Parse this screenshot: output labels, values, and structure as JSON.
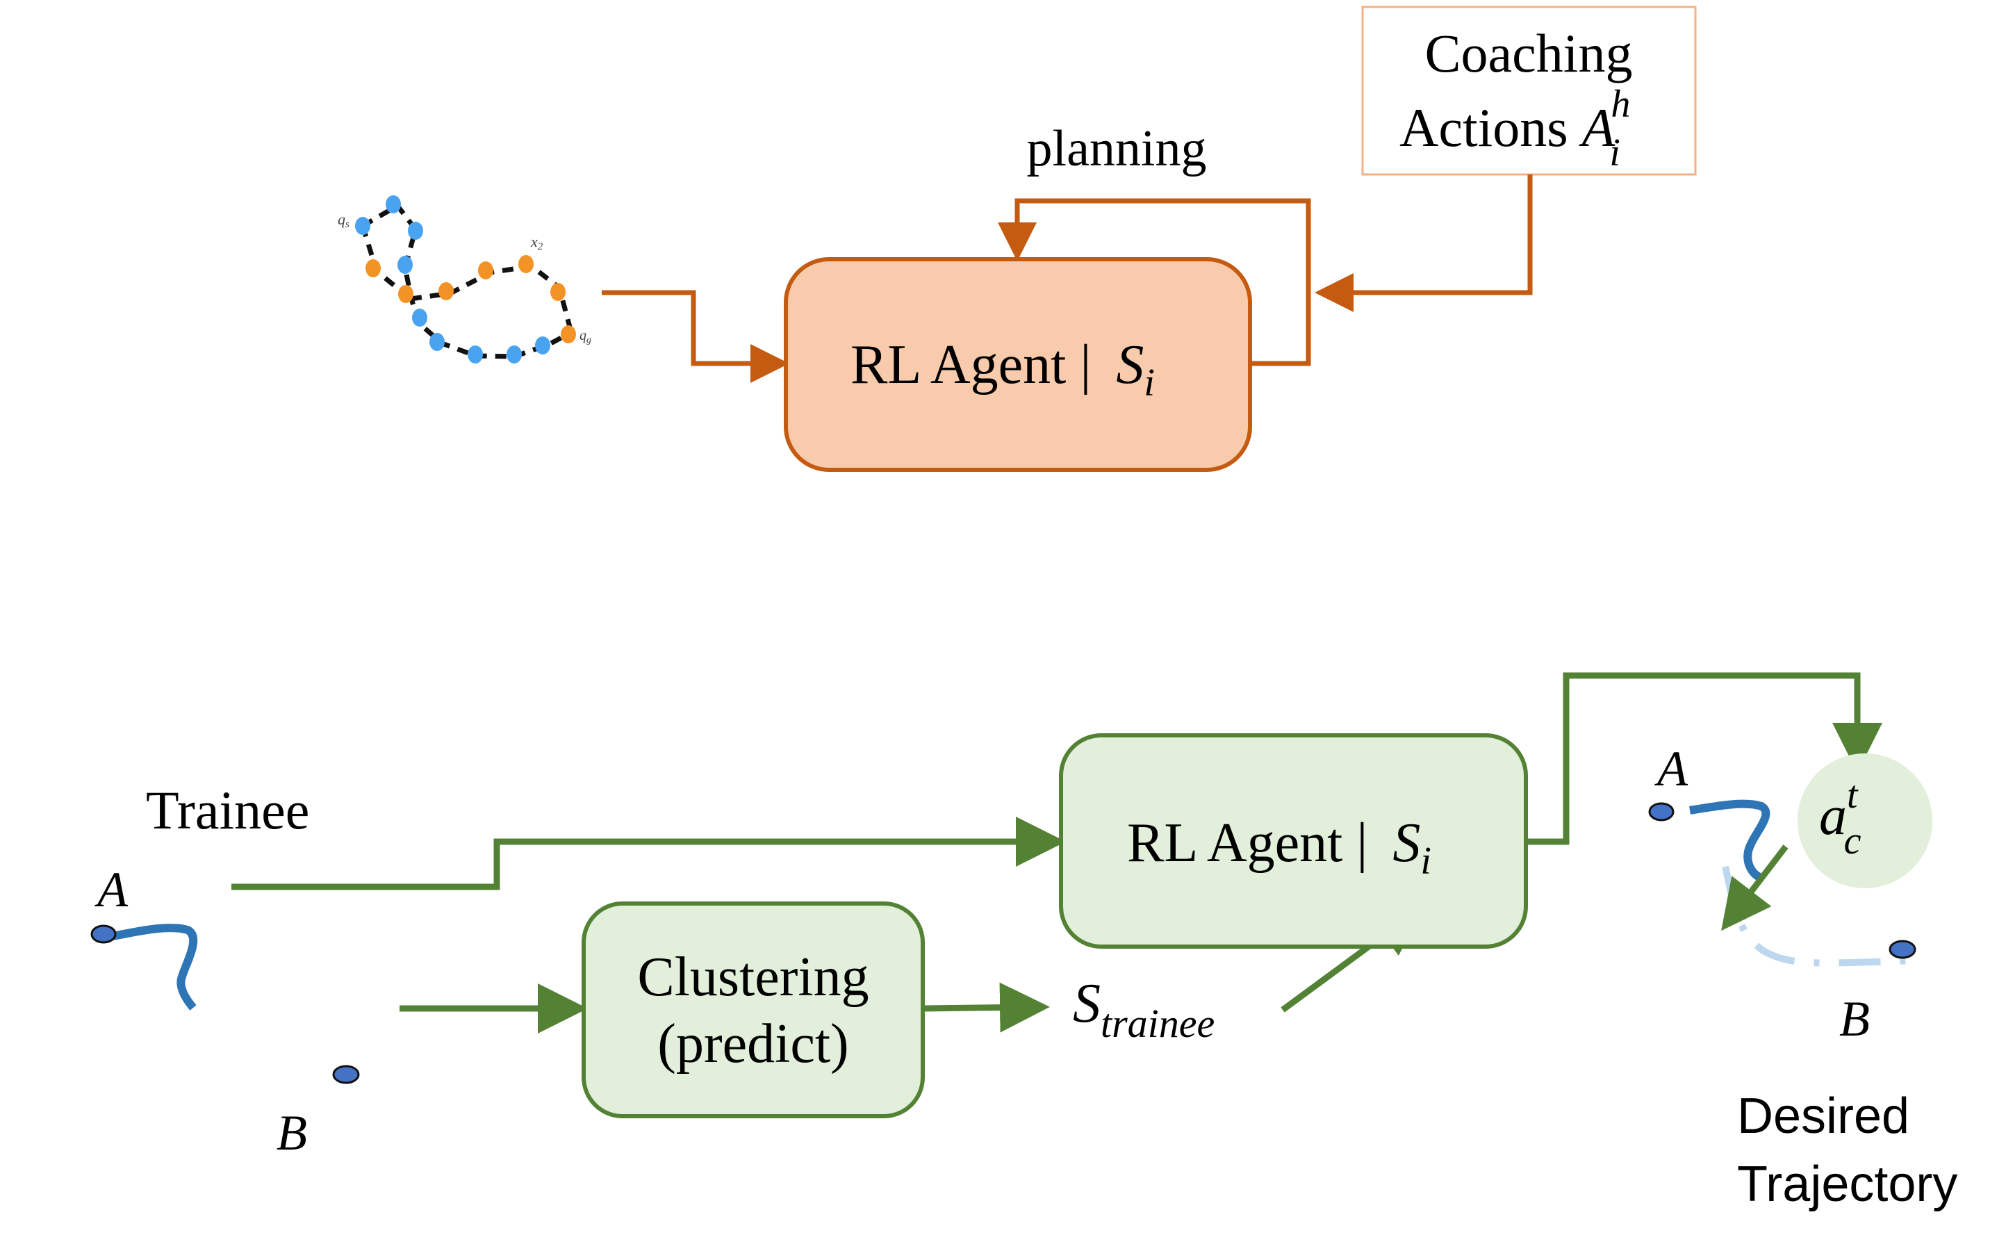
{
  "colors": {
    "orange_stroke": "#c55a11",
    "orange_fill": "#f8cbad",
    "coaching_border": "#f4b183",
    "green_stroke": "#548235",
    "green_fill": "#e2efda",
    "trajectory_blue": "#2e75b6",
    "point_blue": "#4472c4",
    "desired_dash": "#bdd7ee",
    "plan_blue": "#4aa3f0",
    "plan_orange": "#f39325"
  },
  "top": {
    "planning_label": "planning",
    "coaching": {
      "line1": "Coaching",
      "line2": "Actions",
      "symbol": "A",
      "superscript": "h",
      "subscript": "i"
    },
    "agent": {
      "label": "RL Agent |",
      "state_symbol": "S",
      "state_subscript": "i"
    },
    "trajectory_plot": {
      "start_label": "q",
      "start_subscript": "s",
      "waypoint_label": "x",
      "waypoint_subscript": "2",
      "goal_label": "q",
      "goal_subscript": "g"
    }
  },
  "bottom": {
    "trainee_label": "Trainee",
    "left_point_a": "A",
    "left_point_b": "B",
    "clustering": {
      "line1": "Clustering",
      "line2": "(predict)"
    },
    "state_trainee": {
      "symbol": "S",
      "subscript": "trainee"
    },
    "agent": {
      "label": "RL Agent |",
      "state_symbol": "S",
      "state_subscript": "i"
    },
    "action": {
      "symbol": "a",
      "superscript": "t",
      "subscript": "c"
    },
    "right_point_a": "A",
    "right_point_b": "B",
    "desired_line1": "Desired",
    "desired_line2": "Trajectory"
  }
}
